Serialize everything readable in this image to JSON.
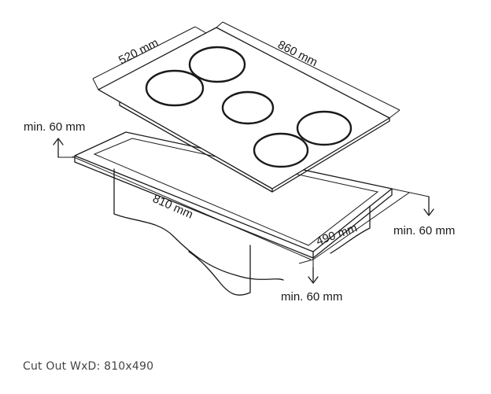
{
  "labels": {
    "hob_depth": "520 mm",
    "hob_width": "860 mm",
    "cutout_width": "810 mm",
    "cutout_depth": "490 mm",
    "clearance_left": "min. 60 mm",
    "clearance_right": "min. 60 mm",
    "clearance_front": "min. 60 mm"
  },
  "caption": "Cut Out WxD: 810x490",
  "icons": [
    "arrow-up-icon",
    "arrow-down-icon"
  ]
}
